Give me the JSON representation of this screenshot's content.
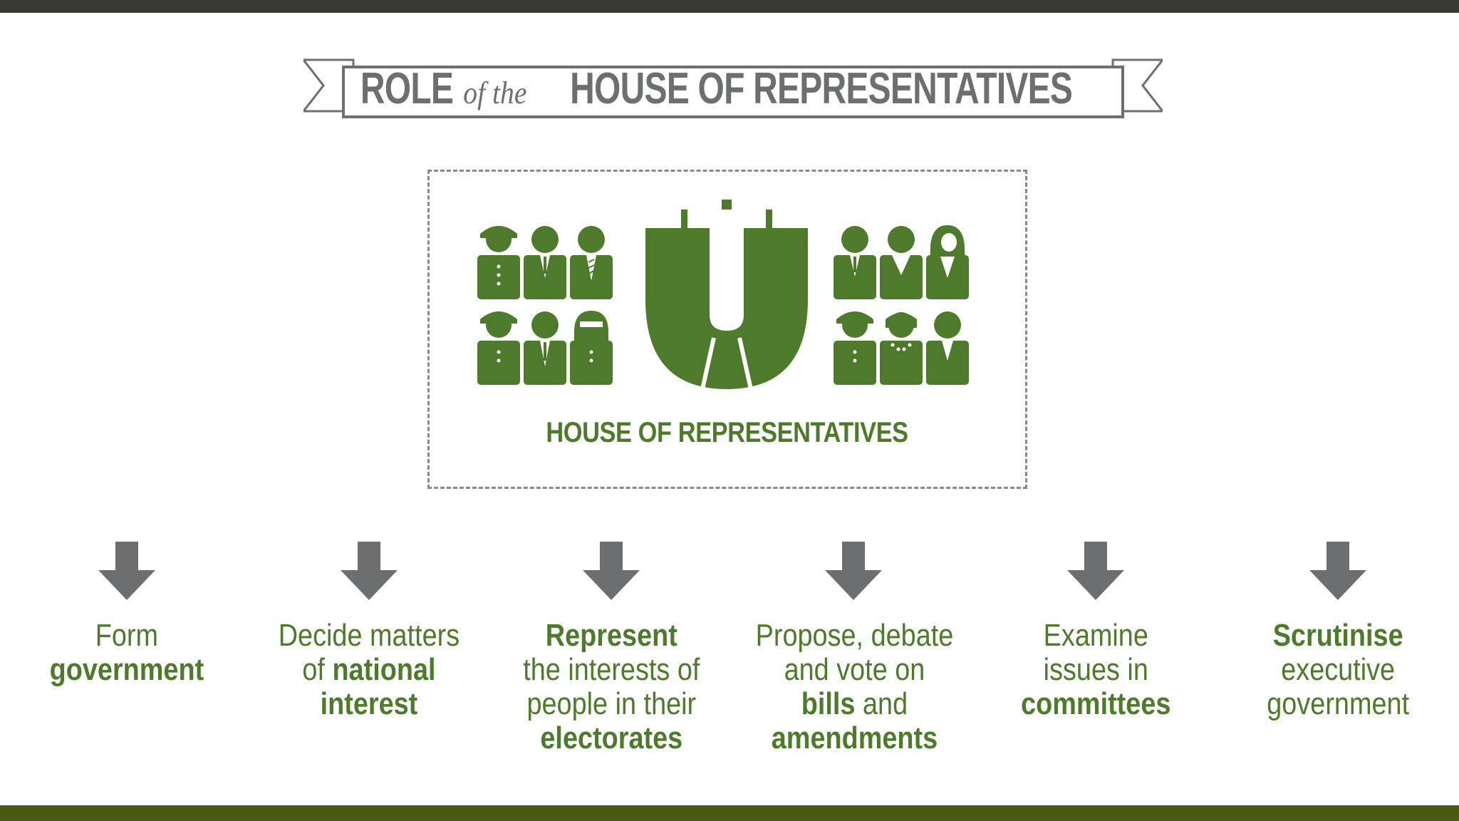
{
  "title": {
    "part1": "ROLE",
    "part2": "of the",
    "part3": "HOUSE OF REPRESENTATIVES"
  },
  "house_label": "HOUSE OF REPRESENTATIVES",
  "colors": {
    "green": "#4e7a2b",
    "grey": "#6d6e70",
    "bottom_bar": "#4a5a14",
    "top_bar": "#3a3a2e"
  },
  "roles": [
    {
      "lines": [
        [
          {
            "t": "Form",
            "b": false
          }
        ],
        [
          {
            "t": "government",
            "b": true
          }
        ]
      ]
    },
    {
      "lines": [
        [
          {
            "t": "Decide matters",
            "b": false
          }
        ],
        [
          {
            "t": "of ",
            "b": false
          },
          {
            "t": "national",
            "b": true
          }
        ],
        [
          {
            "t": "interest",
            "b": true
          }
        ]
      ]
    },
    {
      "lines": [
        [
          {
            "t": "Represent",
            "b": true
          }
        ],
        [
          {
            "t": "the interests of",
            "b": false
          }
        ],
        [
          {
            "t": "people in their",
            "b": false
          }
        ],
        [
          {
            "t": "electorates",
            "b": true
          }
        ]
      ]
    },
    {
      "lines": [
        [
          {
            "t": "Propose, debate",
            "b": false
          }
        ],
        [
          {
            "t": "and vote on",
            "b": false
          }
        ],
        [
          {
            "t": "bills",
            "b": true
          },
          {
            "t": " and",
            "b": false
          }
        ],
        [
          {
            "t": "amendments",
            "b": true
          }
        ]
      ]
    },
    {
      "lines": [
        [
          {
            "t": "Examine",
            "b": false
          }
        ],
        [
          {
            "t": "issues in",
            "b": false
          }
        ],
        [
          {
            "t": "committees",
            "b": true
          }
        ]
      ]
    },
    {
      "lines": [
        [
          {
            "t": "Scrutinise",
            "b": true
          }
        ],
        [
          {
            "t": "executive",
            "b": false
          }
        ],
        [
          {
            "t": "government",
            "b": false
          }
        ]
      ]
    }
  ]
}
